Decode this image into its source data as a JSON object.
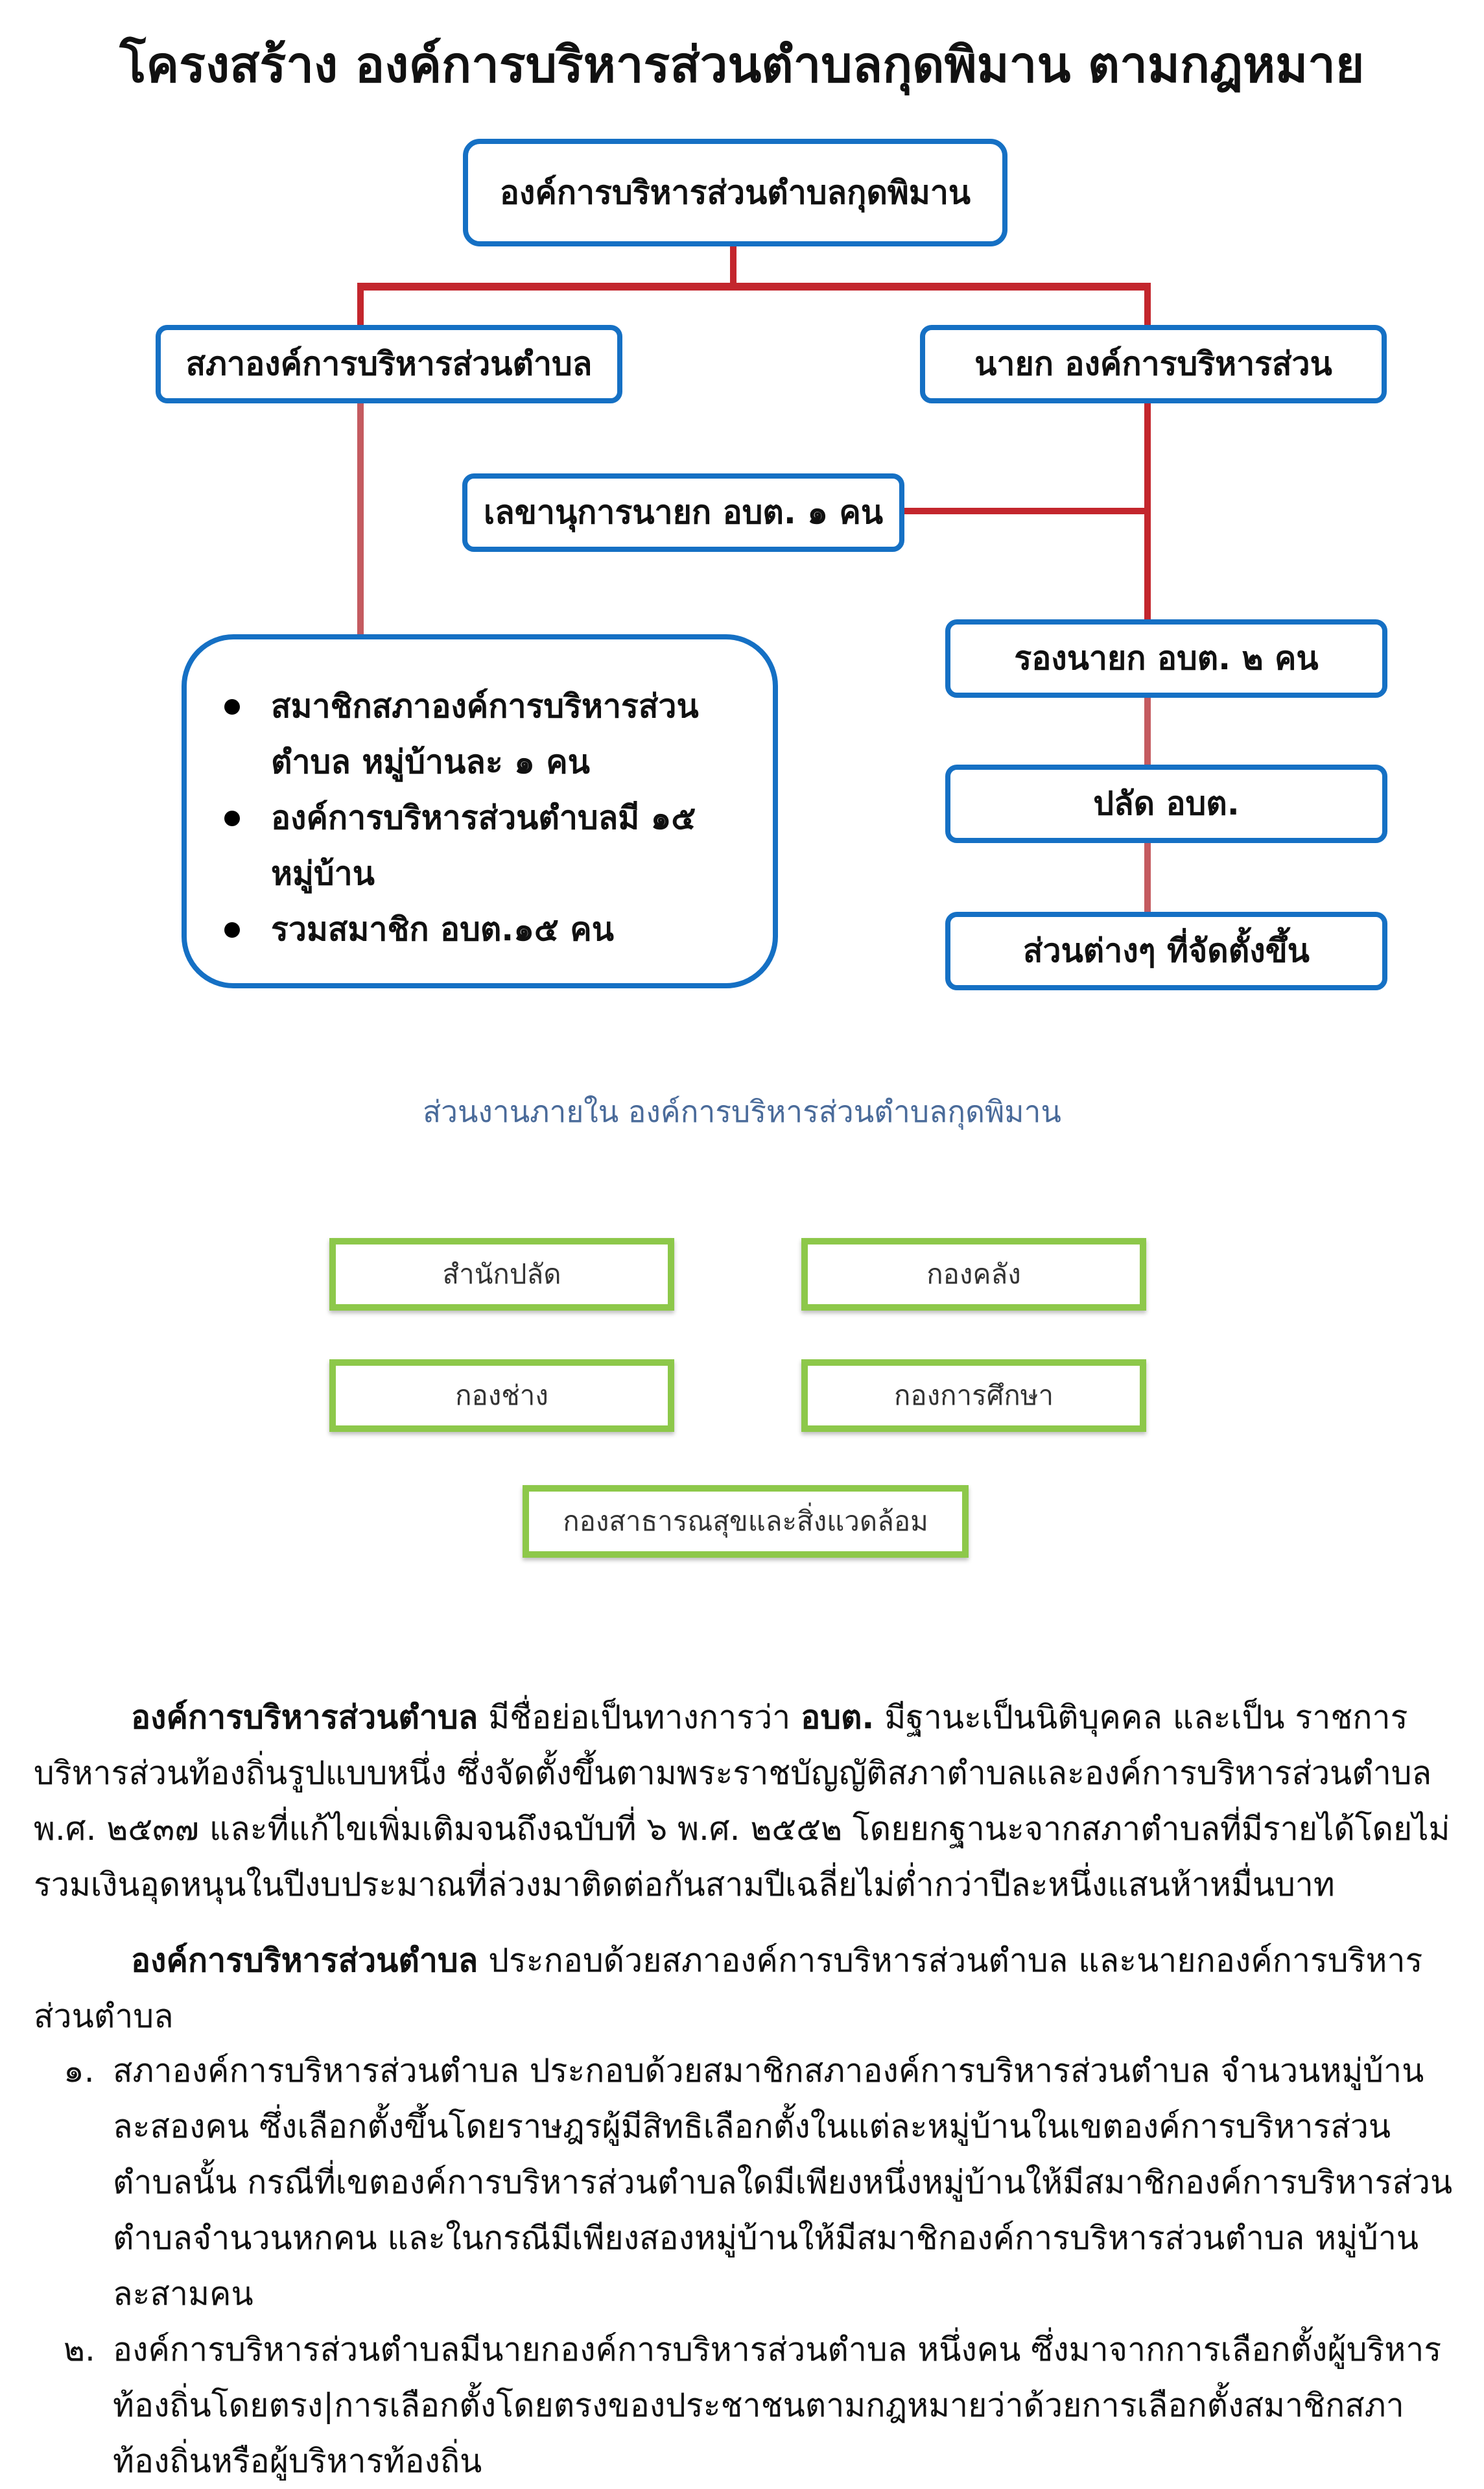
{
  "title": "โครงสร้าง องค์การบริหารส่วนตำบลกุดพิมาน ตามกฎหมาย",
  "org_chart": {
    "top": "องค์การบริหารส่วนตำบลกุดพิมาน",
    "council": "สภาองค์การบริหารส่วนตำบล",
    "mayor": "นายก องค์การบริหารส่วน",
    "secretary": "เลขานุการนายก อบต. ๑ คน",
    "deputy": "รองนายก อบต. ๒ คน",
    "palat": "ปลัด อบต.",
    "departments": "ส่วนต่างๆ ที่จัดตั้งขึ้น",
    "members": [
      "สมาชิกสภาองค์การบริหารส่วนตำบล หมู่บ้านละ ๑ คน",
      "องค์การบริหารส่วนตำบลมี ๑๕ หมู่บ้าน",
      "รวมสมาชิก อบต.๑๕ คน"
    ]
  },
  "internal": {
    "title": "ส่วนงานภายใน องค์การบริหารส่วนตำบลกุดพิมาน",
    "units": [
      "สำนักปลัด",
      "กองคลัง",
      "กองช่าง",
      "กองการศึกษา",
      "กองสาธารณสุขและสิ่งแวดล้อม"
    ]
  },
  "text": {
    "p1_bold": "องค์การบริหารส่วนตำบล",
    "p1_a": "มีชื่อย่อเป็นทางการว่า",
    "p1_abbr": "อบต.",
    "p1_b": "มีฐานะเป็นนิติบุคคล และเป็น ราชการบริหารส่วนท้องถิ่นรูปแบบหนึ่ง ซึ่งจัดตั้งขึ้นตามพระราชบัญญัติสภาตำบลและองค์การบริหารส่วนตำบล พ.ศ. ๒๕๓๗ และที่แก้ไขเพิ่มเติมจนถึงฉบับที่ ๖ พ.ศ. ๒๕๕๒ โดยยกฐานะจากสภาตำบลที่มีรายได้โดยไม่รวมเงินอุดหนุนในปีงบประมาณที่ล่วงมาติดต่อกันสามปีเฉลี่ยไม่ต่ำกว่าปีละหนึ่งแสนห้าหมื่นบาท",
    "p2_bold": "องค์การบริหารส่วนตำบล",
    "p2_rest": "ประกอบด้วยสภาองค์การบริหารส่วนตำบล และนายกองค์การบริหารส่วนตำบล",
    "list": [
      {
        "num": "๑.",
        "text": "สภาองค์การบริหารส่วนตำบล ประกอบด้วยสมาชิกสภาองค์การบริหารส่วนตำบล จำนวนหมู่บ้านละสองคน ซึ่งเลือกตั้งขึ้นโดยราษฎรผู้มีสิทธิเลือกตั้งในแต่ละหมู่บ้านในเขตองค์การบริหารส่วนตำบลนั้น กรณีที่เขตองค์การบริหารส่วนตำบลใดมีเพียงหนึ่งหมู่บ้านให้มีสมาชิกองค์การบริหารส่วนตำบลจำนวนหกคน และในกรณีมีเพียงสองหมู่บ้านให้มีสมาชิกองค์การบริหารส่วนตำบล หมู่บ้านละสามคน"
      },
      {
        "num": "๒.",
        "text": "องค์การบริหารส่วนตำบลมีนายกองค์การบริหารส่วนตำบล หนึ่งคน ซึ่งมาจากการเลือกตั้งผู้บริหารท้องถิ่นโดยตรง|การเลือกตั้งโดยตรงของประชาชนตามกฎหมายว่าด้วยการเลือกตั้งสมาชิกสภาท้องถิ่นหรือผู้บริหารท้องถิ่น"
      }
    ]
  }
}
